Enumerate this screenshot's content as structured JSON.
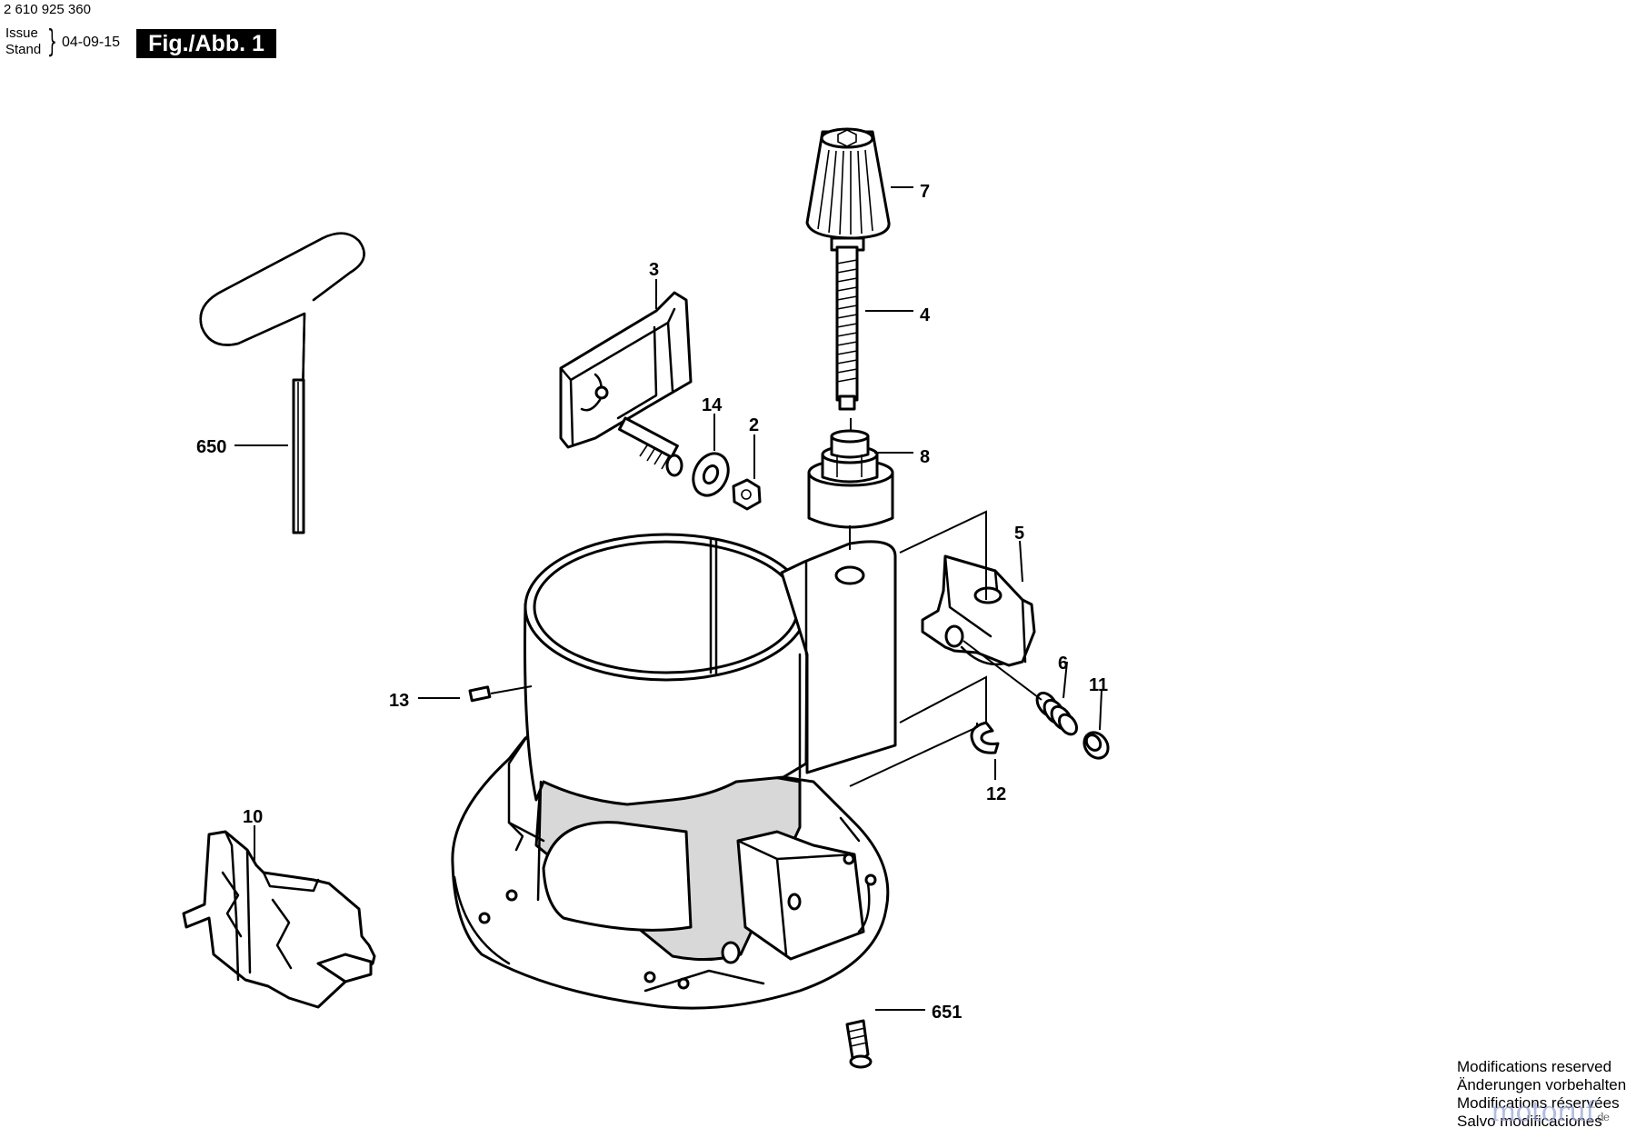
{
  "header": {
    "part_number": "2 610 925 360",
    "issue_label": "Issue",
    "stand_label": "Stand",
    "date": "04-09-15",
    "figure_label": "Fig./Abb. 1"
  },
  "callouts": {
    "c7": "7",
    "c4": "4",
    "c8": "8",
    "c3": "3",
    "c14": "14",
    "c2": "2",
    "c650": "650",
    "c5": "5",
    "c6": "6",
    "c11": "11",
    "c13": "13",
    "c12": "12",
    "c10": "10",
    "c651": "651"
  },
  "footer": {
    "line1": "Modifications reserved",
    "line2": "Änderungen vorbehalten",
    "line3": "Modifications réservées",
    "line4": "Salvo modificaciones"
  },
  "watermark": {
    "text": "motoruf",
    "suffix": ".de"
  }
}
